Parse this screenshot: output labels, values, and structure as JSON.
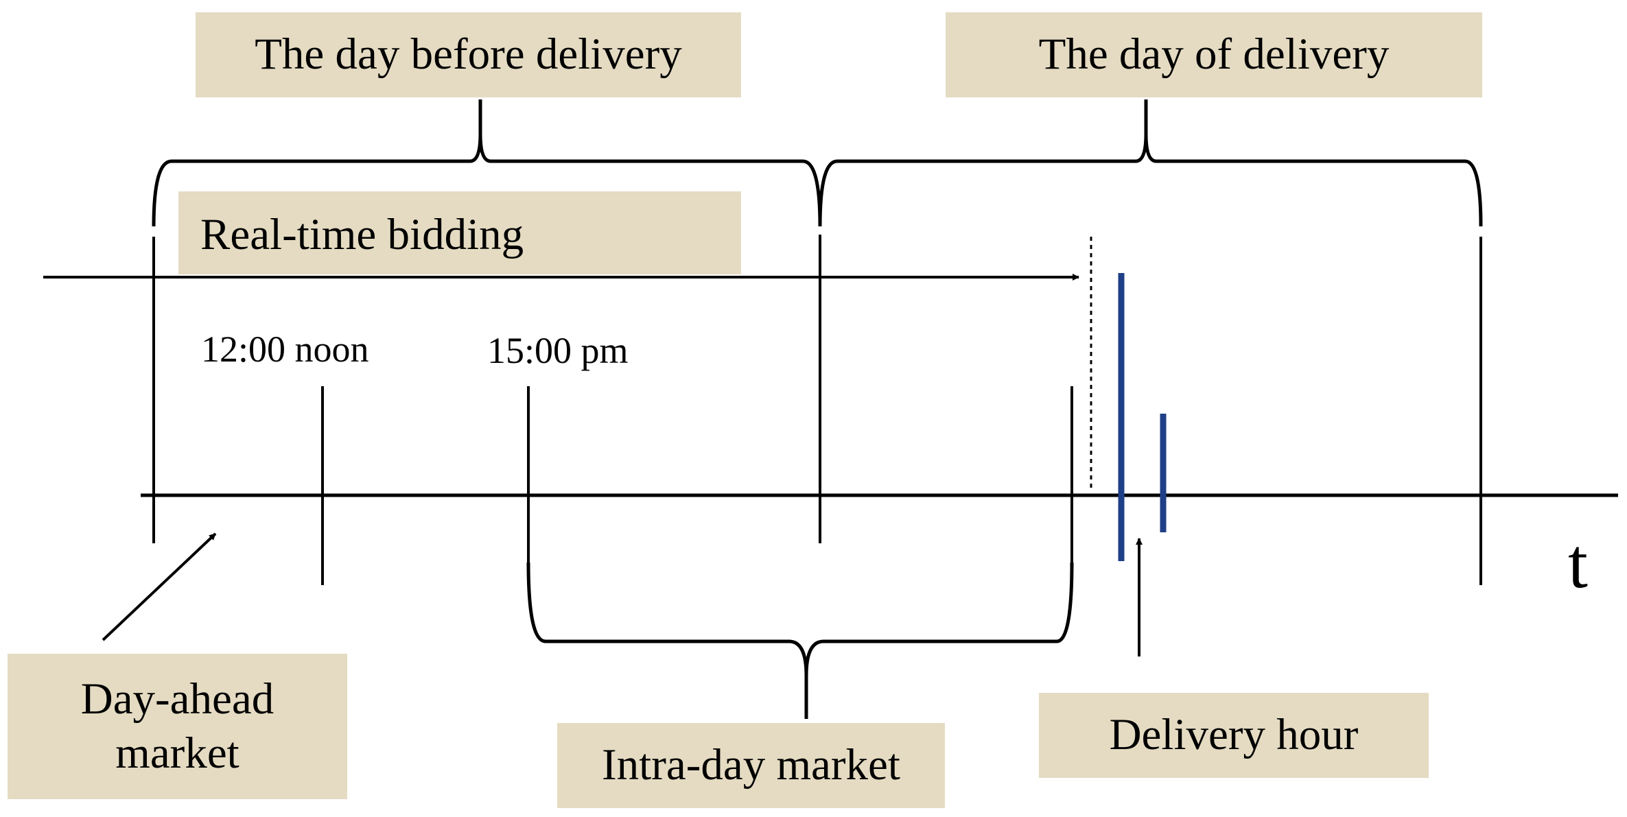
{
  "labels": {
    "day_before": "The day before delivery",
    "day_of": "The day of delivery",
    "real_time": "Real-time bidding",
    "noon": "12:00 noon",
    "pm": "15:00 pm",
    "day_ahead_line1": "Day-ahead",
    "day_ahead_line2": "market",
    "intraday": "Intra-day market",
    "delivery_hour": "Delivery hour",
    "axis_t": "t"
  },
  "colors": {
    "box_fill": "#e4dbc2",
    "line": "#000000",
    "delivery_bar": "#1f3f86"
  }
}
